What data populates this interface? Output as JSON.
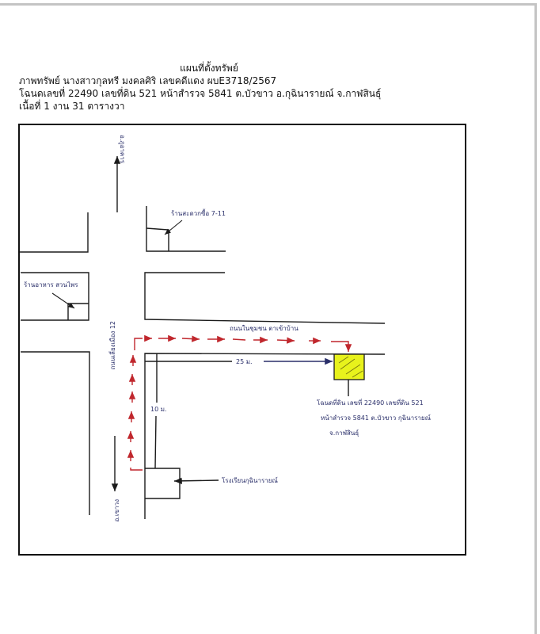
{
  "document": {
    "title": "แผนที่ตั้งทรัพย์",
    "lines": [
      "ภาพทรัพย์ นางสาวกุลทรี มงคลศิริ เลขคดีแดง ผบE3718/2567",
      "โฉนดเลขที่ 22490 เลขที่ดิน 521 หน้าสำรวจ 5841 ต.บัวขาว อ.กุฉินารายณ์ จ.กาฬสินธุ์",
      "เนื้อที่ 1 งาน 31 ตารางวา"
    ]
  },
  "map": {
    "labels": {
      "north_direction": "อ.ภูอาคาร",
      "south_direction": "อ.เขาวง",
      "store_711": "ร้านสะดวกซื้อ 7-11",
      "shop_left": "ร้านอาหาร สวนไพร",
      "main_road": "ถนนเลี่ยงเมือง 12",
      "side_road": "ถนนในชุมชน ตาเข้าบ้าน",
      "distance_horizontal": "25 ม.",
      "distance_vertical": "10 ม.",
      "school": "โรงเรียนกุฉินารายณ์",
      "property_note_1": "โฉนดที่ดิน เลขที่ 22490 เลขที่ดิน 521",
      "property_note_2": "หน้าสำรวจ 5841 ต.บัวขาว กุฉินารายณ์",
      "property_note_3": "จ.กาฬสินธุ์"
    },
    "colors": {
      "route": "#c0272d",
      "property_fill": "#e8f21c",
      "ink": "#1b1b1b",
      "handwriting": "#2a2f6a"
    }
  }
}
